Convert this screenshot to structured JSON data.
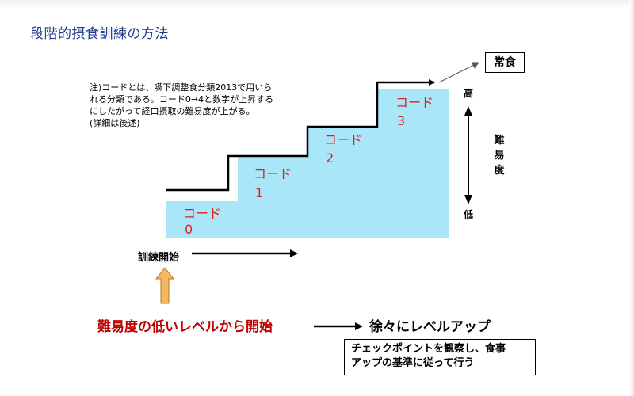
{
  "title": "段階的摂食訓練の方法",
  "note_lines": [
    "注)コードとは、嚥下調整食分類2013で用いら",
    "れる分類である。コード0→4と数字が上昇する",
    "にしたがって経口摂取の難易度が上がる。",
    "(詳細は後述)"
  ],
  "target_box": "常食",
  "steps": [
    {
      "line1": "コード",
      "line2": "0"
    },
    {
      "line1": "コード",
      "line2": "1"
    },
    {
      "line1": "コード",
      "line2": "2"
    },
    {
      "line1": "コード",
      "line2": "3"
    }
  ],
  "difficulty": {
    "high": "高",
    "low": "低",
    "axis_label": "難易度"
  },
  "start_label": "訓練開始",
  "start_from_low": "難易度の低いレベルから開始",
  "level_up": "徐々にレベルアップ",
  "checkpoint_lines": [
    "チェックポイントを観察し、食事",
    "アップの基準に従って行う"
  ],
  "colors": {
    "step_fill": "#a9e6f8",
    "title": "#1f3b8c",
    "code_text": "#e02020",
    "red_text": "#c00000",
    "up_arrow_fill": "#f4b860",
    "up_arrow_stroke": "#b7791f"
  }
}
